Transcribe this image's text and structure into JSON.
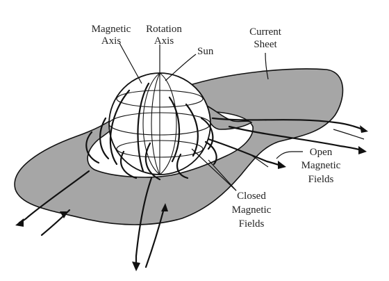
{
  "labels": {
    "magnetic_axis": [
      "Magnetic",
      "Axis"
    ],
    "rotation_axis": [
      "Rotation",
      "Axis"
    ],
    "sun": "Sun",
    "current_sheet": [
      "Current",
      "Sheet"
    ],
    "open_fields": [
      "Open",
      "Magnetic",
      "Fields"
    ],
    "closed_fields": [
      "Closed",
      "Magnetic",
      "Fields"
    ]
  },
  "colors": {
    "sheet_fill": "#a6a6a6",
    "line": "#111111",
    "background": "#ffffff"
  }
}
